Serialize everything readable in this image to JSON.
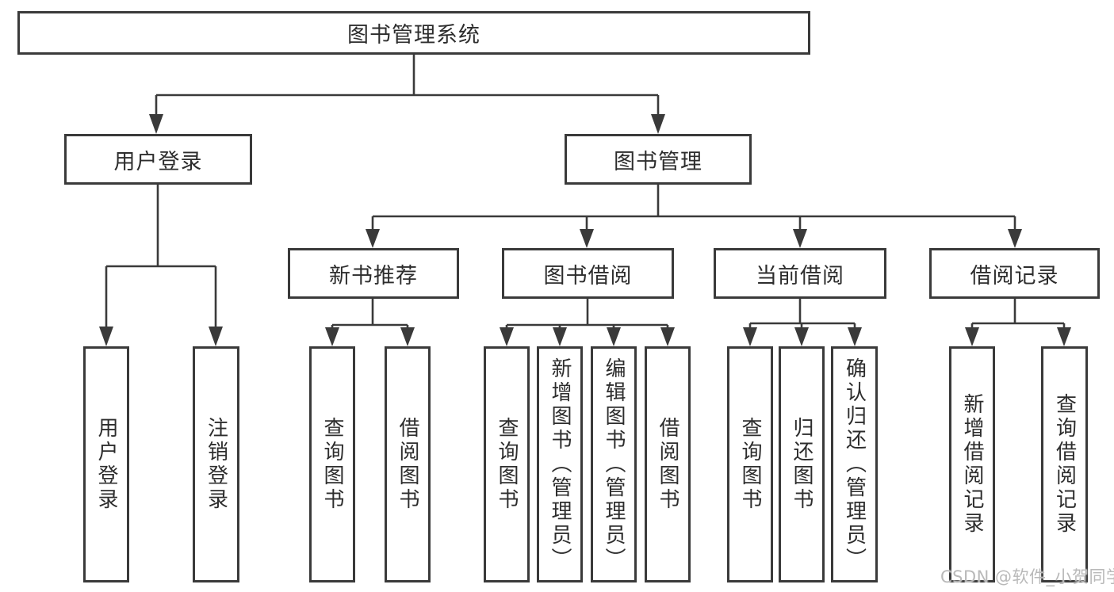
{
  "diagram": {
    "title": "图书管理系统",
    "watermark": "CSDN @软件_小贺同学",
    "colors": {
      "line": "#3a3a3a",
      "box_border": "#3a3a3a",
      "text": "#2d2d2d",
      "watermark": "#b9b9b9",
      "background": "#ffffff"
    },
    "tree": {
      "label": "图书管理系统",
      "children": [
        {
          "label": "用户登录",
          "children": [
            {
              "label": "用户登录"
            },
            {
              "label": "注销登录"
            }
          ]
        },
        {
          "label": "图书管理",
          "children": [
            {
              "label": "新书推荐",
              "children": [
                {
                  "label": "查询图书"
                },
                {
                  "label": "借阅图书"
                }
              ]
            },
            {
              "label": "图书借阅",
              "children": [
                {
                  "label": "查询图书"
                },
                {
                  "label": "新增图书（管理员）"
                },
                {
                  "label": "编辑图书（管理员）"
                },
                {
                  "label": "借阅图书"
                }
              ]
            },
            {
              "label": "当前借阅",
              "children": [
                {
                  "label": "查询图书"
                },
                {
                  "label": "归还图书"
                },
                {
                  "label": "确认归还（管理员）"
                }
              ]
            },
            {
              "label": "借阅记录",
              "children": [
                {
                  "label": "新增借阅记录"
                },
                {
                  "label": "查询借阅记录"
                }
              ]
            }
          ]
        }
      ]
    }
  }
}
